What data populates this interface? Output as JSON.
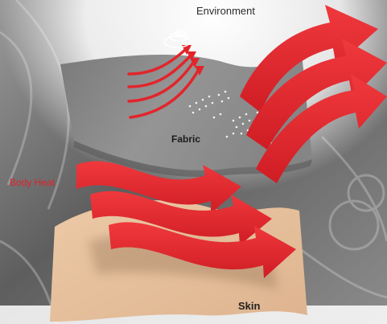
{
  "labels": {
    "environment": "Environment",
    "fabric": "Fabric",
    "body_heat": "Body Heat",
    "skin": "Skin"
  },
  "colors": {
    "arrow_red": "#e2252b",
    "fabric_gray": "#8a8a8a",
    "skin_tan": "#e4bf9c",
    "background_gray": "#6d6d6d"
  },
  "icons": [
    "recycle-swirl-icon"
  ]
}
